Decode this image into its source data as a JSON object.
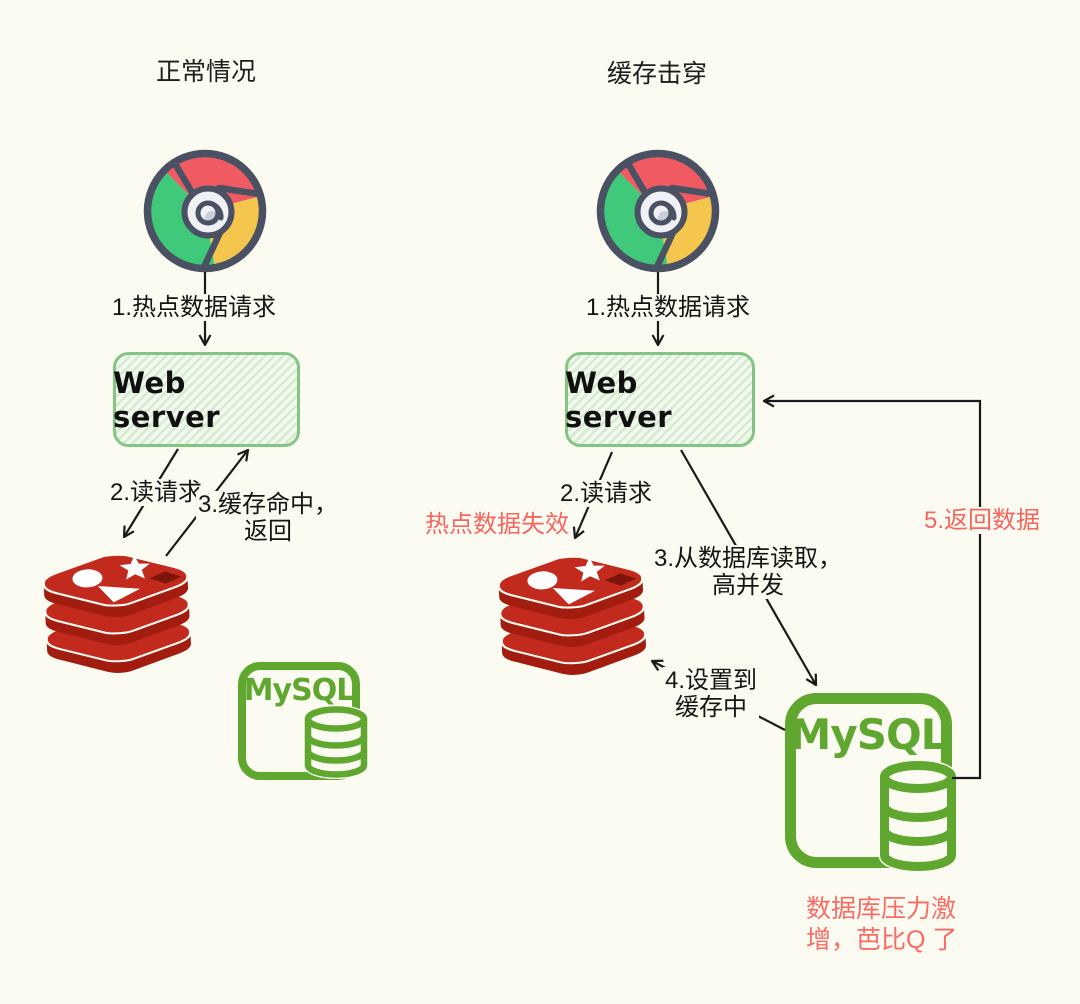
{
  "left": {
    "title": "正常情况",
    "step1": "1.热点数据请求",
    "webserver": "Web server",
    "step2": "2.读请求",
    "step3_line1": "3.缓存命中，",
    "step3_line2": "返回",
    "mysql": "MySQL"
  },
  "right": {
    "title": "缓存击穿",
    "step1": "1.热点数据请求",
    "webserver": "Web server",
    "step2": "2.读请求",
    "cache_invalid": "热点数据失效",
    "step3_line1": "3.从数据库读取，",
    "step3_line2": "高并发",
    "step4_line1": "4.设置到",
    "step4_line2": "缓存中",
    "step5": "5.返回数据",
    "mysql": "MySQL",
    "note_line1": "数据库压力激",
    "note_line2": "增，芭比Q 了"
  },
  "icons": {
    "browser": "chrome-browser-icon",
    "cache": "redis-database-icon",
    "database": "mysql-database-icon"
  },
  "colors": {
    "background": "#FCFBF1",
    "salmon_text": "#F8655F",
    "mysql_green": "#5FA72F",
    "webserver_border": "#85C584",
    "webserver_fill": "#F2F9EF",
    "webserver_hatch": "#D5EACF",
    "redis_red": "#C32A1E",
    "redis_dark_red": "#A21D10",
    "chrome_red": "#F05B63",
    "chrome_green": "#41C97B",
    "chrome_yellow": "#F5C64D",
    "chrome_outline": "#4A5162",
    "arrow": "#1A1A1A"
  }
}
